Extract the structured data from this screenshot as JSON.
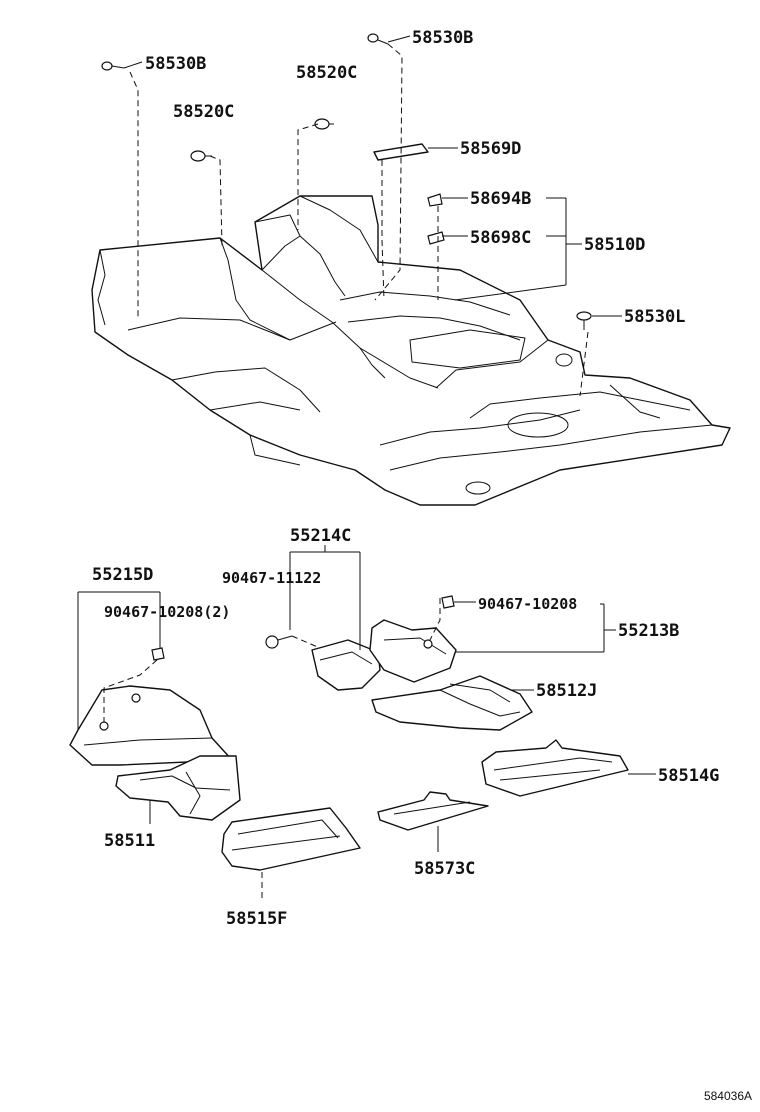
{
  "labels": {
    "clip_58530B_left": "58530B",
    "clip_58530B_top": "58530B",
    "clip_58520C_left": "58520C",
    "clip_58520C_right": "58520C",
    "pad_58569D": "58569D",
    "clip_58694B": "58694B",
    "washer_58698C": "58698C",
    "carpet_assy_58510D": "58510D",
    "clip_58530L": "58530L",
    "cover_55214C": "55214C",
    "bolt_90467_11122": "90467-11122",
    "cover_55215D": "55215D",
    "clip_90467_10208_qty2": "90467-10208(2)",
    "clip_90467_10208": "90467-10208",
    "cover_55213B": "55213B",
    "pad_58512J": "58512J",
    "pad_58514G": "58514G",
    "pad_58511": "58511",
    "pad_58573C": "58573C",
    "pad_58515F": "58515F"
  },
  "figure_code": "584036A"
}
